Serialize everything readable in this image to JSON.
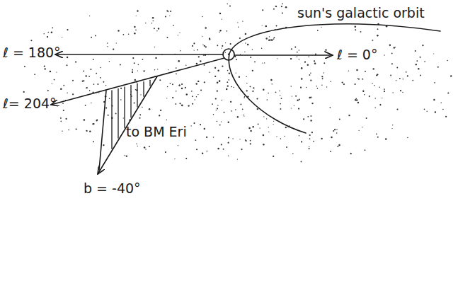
{
  "diagram": {
    "labels": [
      "sun's galactic orbit",
      "ℓ = 180°",
      "ℓ = 0°",
      "ℓ= 204°",
      "to BM Eri",
      "b = -40°"
    ]
  }
}
